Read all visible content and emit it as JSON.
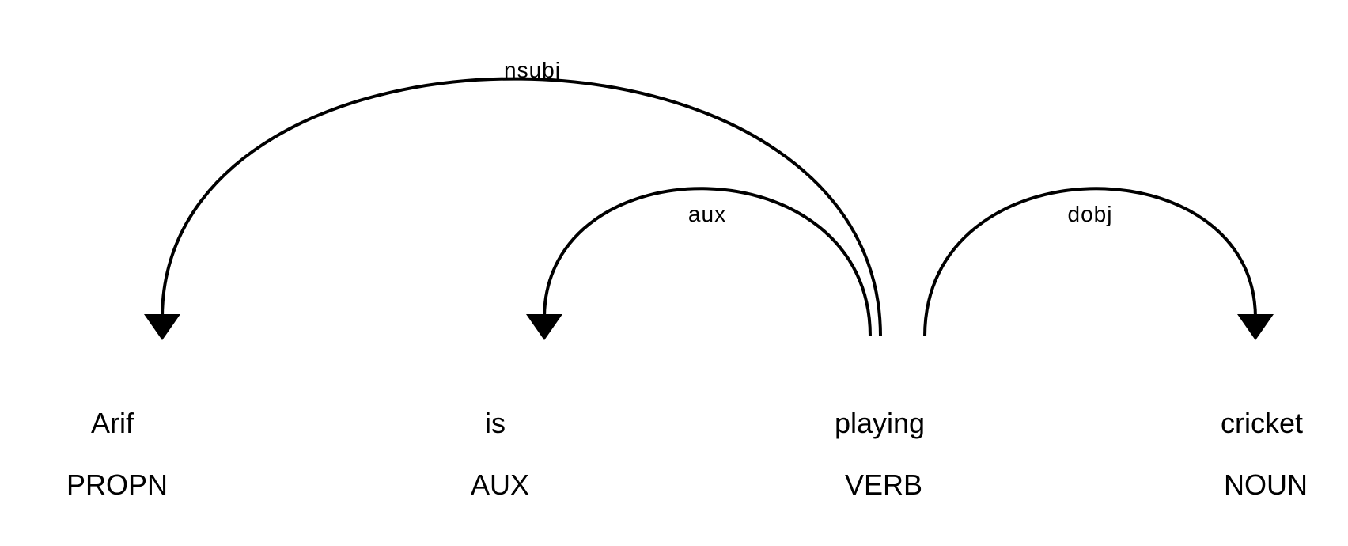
{
  "tokens": [
    {
      "text": "Arif",
      "tag": "PROPN"
    },
    {
      "text": "is",
      "tag": "AUX"
    },
    {
      "text": "playing",
      "tag": "VERB"
    },
    {
      "text": "cricket",
      "tag": "NOUN"
    }
  ],
  "arcs": [
    {
      "label": "nsubj",
      "head": 2,
      "dependent": 0
    },
    {
      "label": "aux",
      "head": 2,
      "dependent": 1
    },
    {
      "label": "dobj",
      "head": 2,
      "dependent": 3
    }
  ],
  "colors": {
    "stroke": "#000000",
    "text": "#000000",
    "background": "#ffffff"
  }
}
